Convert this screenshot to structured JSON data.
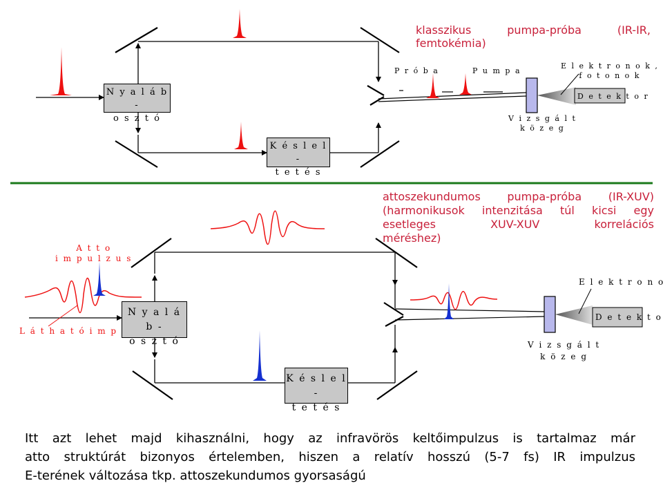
{
  "top_diagram": {
    "caption_lines": [
      "klasszikus pumpa-próba (IR-IR,",
      "femtokémia)"
    ],
    "splitter_lines": [
      "N y a l á b -",
      "o s z t ó"
    ],
    "delay_lines": [
      "K é s l e l -",
      "t e t é s"
    ],
    "probe_label": "P r ó b a",
    "pump_label": "P u m p a",
    "emission_lines": [
      "E l e k t r o n o k ,",
      "f o t o n o k"
    ],
    "sample_lines": [
      "V i z s g á l t",
      "k ö z e g"
    ],
    "detector_label": "D e t e k t o r"
  },
  "bottom_diagram": {
    "caption_lines": [
      "attoszekundumos pumpa-próba (IR-XUV)",
      "(harmonikusok intenzitása túl kicsi egy",
      "esetleges XUV-XUV korrelációs",
      "méréshez)"
    ],
    "atto_lines": [
      "A t t o",
      "i m p u l z u s"
    ],
    "visible_label": "L á t h a t ó  i m p .",
    "splitter_lines": [
      "N y a l á b -",
      "o s z t ó"
    ],
    "delay_lines": [
      "K é s l e l -",
      "t e t é s"
    ],
    "electrons_label": "E l e k t r o n o k",
    "sample_lines": [
      "V i z s g á l t",
      "k ö z e g"
    ],
    "detector_label": "D e t e k t o r"
  },
  "bottom_text": [
    "Itt azt lehet majd kihasználni, hogy az infravörös keltőimpulzus is tartalmaz már",
    "atto struktúrát bizonyos értelemben, hiszen a relatív hosszú (5-7 fs) IR impulzus",
    "E-terének változása tkp. attoszekundumos gyorsaságú"
  ],
  "colors": {
    "ir_pulse": "#ee1111",
    "xuv_pulse": "#1530d0",
    "caption": "#c8203a",
    "separator": "#1a7a1a",
    "box_fill": "#c8c8c8",
    "sample_fill": "#b8b8ec"
  }
}
